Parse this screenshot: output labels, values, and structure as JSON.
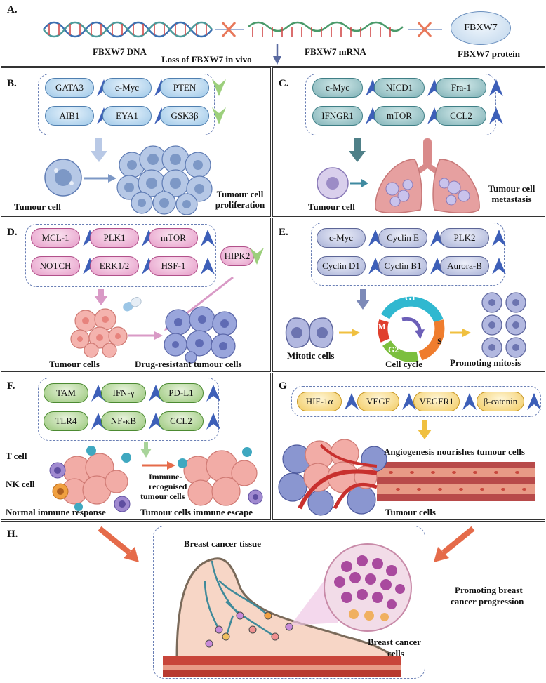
{
  "panelA": {
    "label": "A.",
    "dna": "FBXW7 DNA",
    "mrna": "FBXW7 mRNA",
    "protein_node": "FBXW7",
    "protein": "FBXW7 protein",
    "loss": "Loss of FBXW7 in vivo"
  },
  "panelB": {
    "label": "B.",
    "factors": [
      {
        "name": "GATA3",
        "dir": "up"
      },
      {
        "name": "c-Myc",
        "dir": "up"
      },
      {
        "name": "PTEN",
        "dir": "down"
      },
      {
        "name": "AIB1",
        "dir": "up"
      },
      {
        "name": "EYA1",
        "dir": "up"
      },
      {
        "name": "GSK3β",
        "dir": "down"
      }
    ],
    "cell": "Tumour cell",
    "outcome": "Tumour cell proliferation"
  },
  "panelC": {
    "label": "C.",
    "factors": [
      {
        "name": "c-Myc",
        "dir": "up"
      },
      {
        "name": "NICD1",
        "dir": "up"
      },
      {
        "name": "Fra-1",
        "dir": "up"
      },
      {
        "name": "IFNGR1",
        "dir": "up"
      },
      {
        "name": "mTOR",
        "dir": "up"
      },
      {
        "name": "CCL2",
        "dir": "up"
      }
    ],
    "cell": "Tumour cell",
    "outcome": "Tumour cell metastasis"
  },
  "panelD": {
    "label": "D.",
    "factors": [
      {
        "name": "MCL-1",
        "dir": "up"
      },
      {
        "name": "PLK1",
        "dir": "up"
      },
      {
        "name": "mTOR",
        "dir": "up"
      },
      {
        "name": "NOTCH",
        "dir": "up"
      },
      {
        "name": "ERK1/2",
        "dir": "up"
      },
      {
        "name": "HSF-1",
        "dir": "up"
      }
    ],
    "extra": {
      "name": "HIPK2",
      "dir": "down"
    },
    "cell": "Tumour cells",
    "outcome": "Drug-resistant tumour cells"
  },
  "panelE": {
    "label": "E.",
    "factors": [
      {
        "name": "c-Myc",
        "dir": "up"
      },
      {
        "name": "Cyclin E",
        "dir": "up"
      },
      {
        "name": "PLK2",
        "dir": "up"
      },
      {
        "name": "Cyclin D1",
        "dir": "up"
      },
      {
        "name": "Cyclin B1",
        "dir": "up"
      },
      {
        "name": "Aurora-B",
        "dir": "up"
      }
    ],
    "phases": {
      "g1": "G1",
      "s": "S",
      "g2": "G2",
      "m": "M"
    },
    "left": "Mitotic cells",
    "center": "Cell cycle",
    "right": "Promoting mitosis"
  },
  "panelF": {
    "label": "F.",
    "factors": [
      {
        "name": "TAM",
        "dir": "up"
      },
      {
        "name": "IFN-γ",
        "dir": "up"
      },
      {
        "name": "PD-L1",
        "dir": "up"
      },
      {
        "name": "TLR4",
        "dir": "up"
      },
      {
        "name": "NF-κB",
        "dir": "up"
      },
      {
        "name": "CCL2",
        "dir": "up"
      }
    ],
    "tcell": "T cell",
    "nkcell": "NK cell",
    "immune_line1": "Immune-",
    "immune_line2": "recognised",
    "immune_line3": "tumour cells",
    "left": "Normal immune response",
    "right": "Tumour cells immune escape"
  },
  "panelG": {
    "label": "G",
    "factors": [
      {
        "name": "HIF-1α",
        "dir": "up"
      },
      {
        "name": "VEGF",
        "dir": "up"
      },
      {
        "name": "VEGFR1",
        "dir": "up"
      },
      {
        "name": "β-catenin",
        "dir": "up"
      }
    ],
    "angio": "Angiogenesis nourishes tumour cells",
    "cells": "Tumour cells"
  },
  "panelH": {
    "label": "H.",
    "tissue": "Breast cancer tissue",
    "cells_line1": "Breast cancer",
    "cells_line2": "cells",
    "outcome_line1": "Promoting breast",
    "outcome_line2": "cancer progression"
  },
  "colors": {
    "up_arrow": "#3d5fb8",
    "down_arrow": "#9ccf7c",
    "cross": "#e8785a",
    "flow_arrow": "#7d98c6",
    "pink_arrow": "#d99ac6",
    "orange_arrow": "#e56b4a"
  }
}
